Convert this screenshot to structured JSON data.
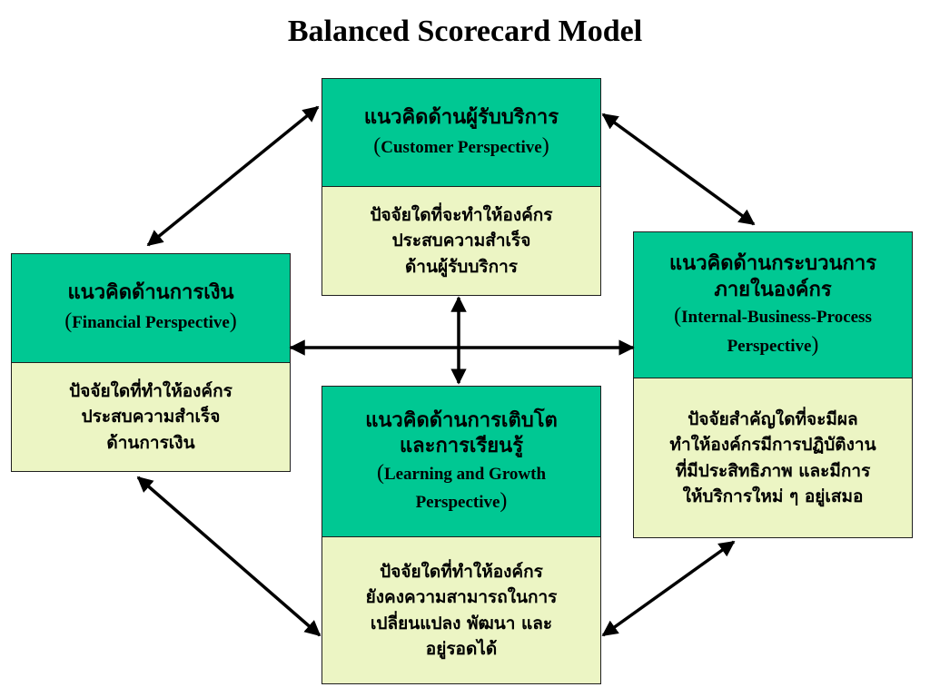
{
  "title": "Balanced Scorecard Model",
  "customer": {
    "heading_th": "แนวคิดด้านผู้รับบริการ",
    "heading_en": "Customer Perspective",
    "factor_lines": [
      "ปัจจัยใดที่จะทำให้องค์กร",
      "ประสบความสำเร็จ",
      "ด้านผู้รับบริการ"
    ]
  },
  "financial": {
    "heading_th": "แนวคิดด้านการเงิน",
    "heading_en": "Financial Perspective",
    "factor_lines": [
      "ปัจจัยใดที่ทำให้องค์กร",
      "ประสบความสำเร็จ",
      "ด้านการเงิน"
    ]
  },
  "internal": {
    "heading_th_lines": [
      "แนวคิดด้านกระบวนการ",
      "ภายในองค์กร"
    ],
    "heading_en_lines": [
      "Internal-Business-Process",
      "Perspective"
    ],
    "factor_lines": [
      "ปัจจัยสำคัญใดที่จะมีผล",
      "ทำให้องค์กรมีการปฏิบัติงาน",
      "ที่มีประสิทธิภาพ และมีการ",
      "ให้บริการใหม่ ๆ อยู่เสมอ"
    ]
  },
  "learning": {
    "heading_th_lines": [
      "แนวคิดด้านการเติบโต",
      "และการเรียนรู้"
    ],
    "heading_en_lines": [
      "Learning and Growth",
      "Perspective"
    ],
    "factor_lines": [
      "ปัจจัยใดที่ทำให้องค์กร",
      "ยังคงความสามารถในการ",
      "เปลี่ยนแปลง พัฒนา และ",
      "อยู่รอดได้"
    ]
  },
  "colors": {
    "heading_fill": "#00c893",
    "factor_fill": "#ecf5c4",
    "border": "#1f1f1f",
    "arrow": "#000000"
  }
}
